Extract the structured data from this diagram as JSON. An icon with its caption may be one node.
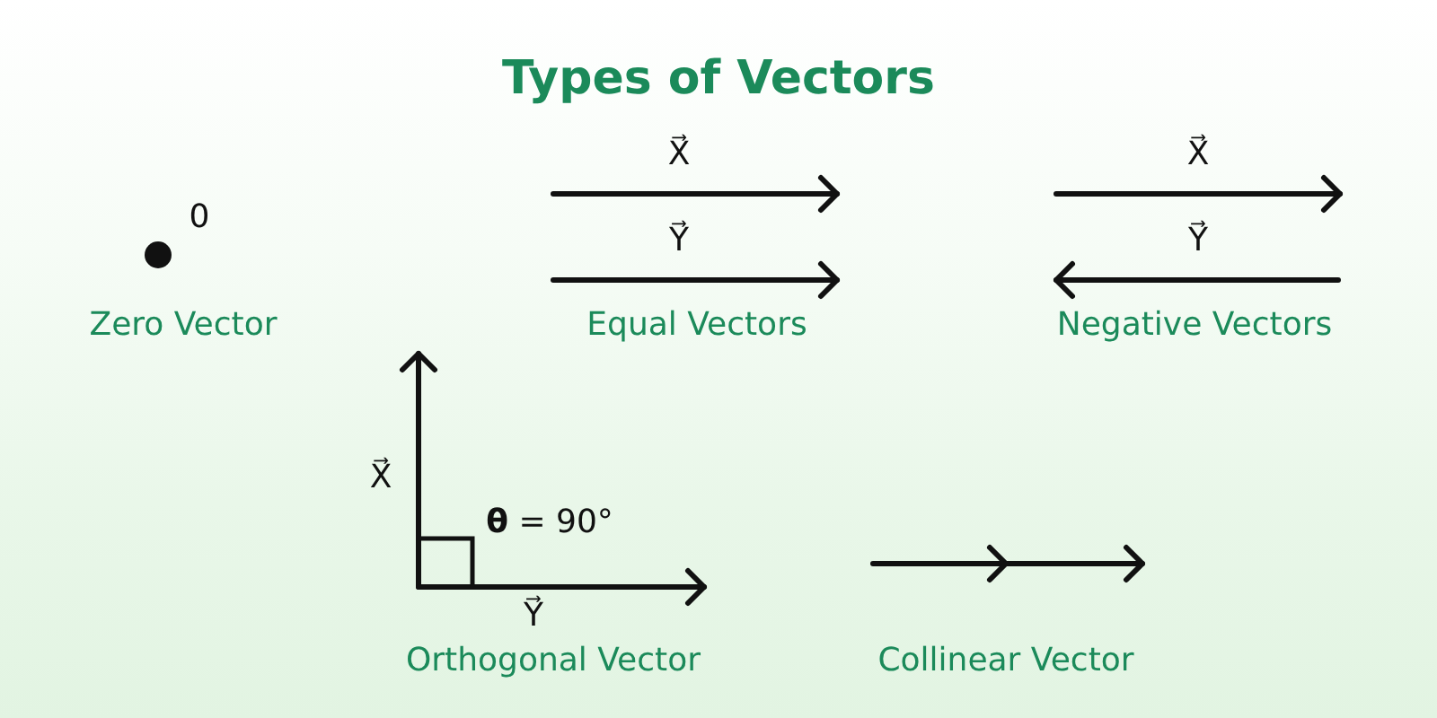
{
  "diagram": {
    "title": "Types of Vectors",
    "labels": [
      "0",
      "Zero Vector",
      "X⃗",
      "Y⃗",
      "Equal Vectors",
      "X⃗",
      "Y⃗",
      "Negative Vectors",
      "X⃗",
      "**θ** = 90°",
      "Y⃗",
      "Orthogonal Vector",
      "Collinear Vector"
    ]
  }
}
